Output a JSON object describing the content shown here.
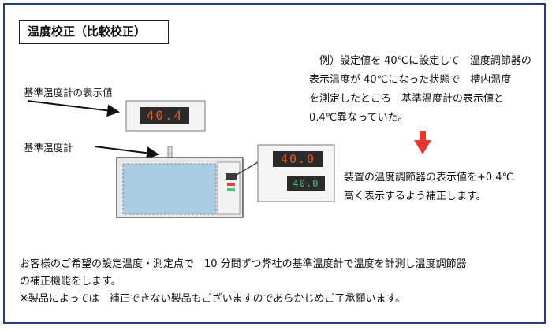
{
  "title": "温度校正（比較校正）",
  "example": {
    "line1": "例）設定値を 40℃に設定して　温度調節器の",
    "line2": "表示温度が 40℃になった状態で　槽内温度",
    "line3": "を測定したところ　基準温度計の表示値と",
    "line4": "0.4℃異なっていた。"
  },
  "labels": {
    "ref_display": "基準温度計の表示値",
    "ref_thermometer": "基準温度計"
  },
  "displays": {
    "ref_value": "40.4",
    "controller_setpoint": "40.0",
    "controller_pv": "40.0"
  },
  "correction": {
    "line1": "装置の温度調節器の表示値を+0.4℃",
    "line2": "高く表示するよう補正します。"
  },
  "footer": {
    "line1": "お客様のご希望の設定温度・測定点で　10 分間ずつ弊社の基準温度計で温度を計測し温度調節器",
    "line2": "の補正機能をします。",
    "line3": "※製品によっては　補正できない製品もございますのであらかじめご了承願います。"
  },
  "colors": {
    "frame": "#1f3e7a",
    "arrow_red": "#e8382c",
    "display_red": "#e65a2a",
    "display_green": "#4fc27a",
    "tank_water": "#a9cce3"
  }
}
